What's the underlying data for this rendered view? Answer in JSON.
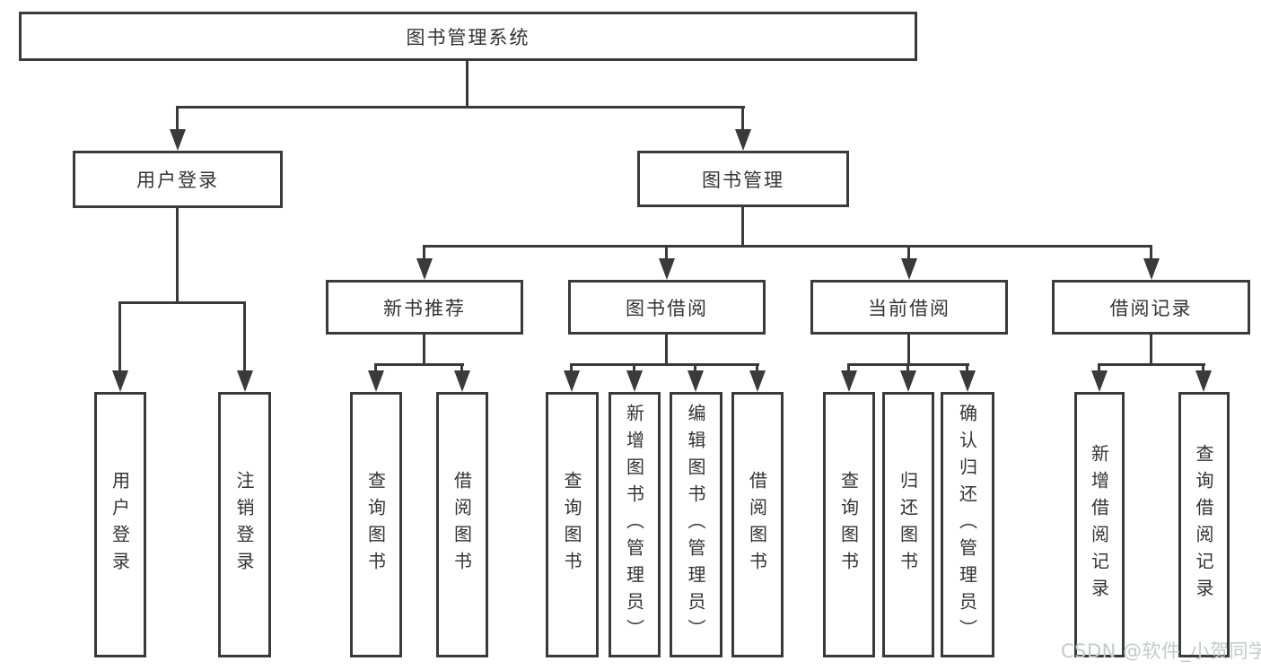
{
  "diagram": {
    "type": "hierarchy-tree",
    "tree": {
      "label": "图书管理系统",
      "children": [
        {
          "label": "用户登录",
          "children": [
            {
              "label": "用户登录"
            },
            {
              "label": "注销登录"
            }
          ]
        },
        {
          "label": "图书管理",
          "children": [
            {
              "label": "新书推荐",
              "children": [
                {
                  "label": "查询图书"
                },
                {
                  "label": "借阅图书"
                }
              ]
            },
            {
              "label": "图书借阅",
              "children": [
                {
                  "label": "查询图书"
                },
                {
                  "label": "新增图书（管理员）"
                },
                {
                  "label": "编辑图书（管理员）"
                },
                {
                  "label": "借阅图书"
                }
              ]
            },
            {
              "label": "当前借阅",
              "children": [
                {
                  "label": "查询图书"
                },
                {
                  "label": "归还图书"
                },
                {
                  "label": "确认归还（管理员）"
                }
              ]
            },
            {
              "label": "借阅记录",
              "children": [
                {
                  "label": "新增借阅记录"
                },
                {
                  "label": "查询借阅记录"
                }
              ]
            }
          ]
        }
      ]
    },
    "colors": {
      "line": "#3a3a3a",
      "text": "#333333",
      "background": "#ffffff"
    }
  },
  "watermark": {
    "text": "CSDN @软件_小贺同学",
    "color": "#c5c8cc"
  }
}
